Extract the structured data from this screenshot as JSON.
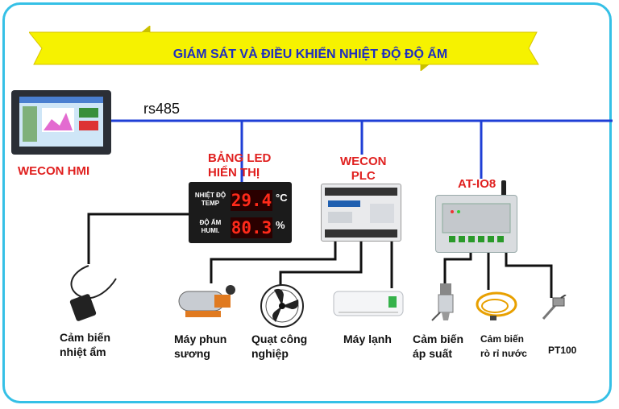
{
  "title": "GIÁM SÁT VÀ ĐIỀU KHIỂN NHIỆT ĐỘ ĐỘ ẨM",
  "bus_label": "rs485",
  "hmi": {
    "label": "WECON HMI"
  },
  "led_board": {
    "label_line1": "BẢNG LED",
    "label_line2": "HIỂN THỊ",
    "temp_label_line1": "NHIỆT ĐỘ",
    "temp_label_line2": "TEMP",
    "temp_value": "29.4",
    "temp_unit": "°C",
    "humi_label_line1": "ĐỘ ẨM",
    "humi_label_line2": "HUMI.",
    "humi_value": "80.3",
    "humi_unit": "%"
  },
  "plc": {
    "label_line1": "WECON",
    "label_line2": "PLC"
  },
  "io_module": {
    "label": "AT-IO8"
  },
  "devices": [
    {
      "line1": "Cảm biến",
      "line2": "nhiệt ẩm"
    },
    {
      "line1": "Máy phun",
      "line2": "sương"
    },
    {
      "line1": "Quạt công",
      "line2": "nghiệp"
    },
    {
      "line1": "Máy lạnh",
      "line2": ""
    },
    {
      "line1": "Cảm biến",
      "line2": "áp suất"
    },
    {
      "line1": "Cảm biến",
      "line2": "rò rỉ nước"
    },
    {
      "line1": "PT100",
      "line2": ""
    }
  ],
  "colors": {
    "frame": "#35c0e6",
    "banner": "#f6f200",
    "bus": "#1f3fd6",
    "title": "#1f2fbf",
    "label_red": "#e0201f"
  }
}
